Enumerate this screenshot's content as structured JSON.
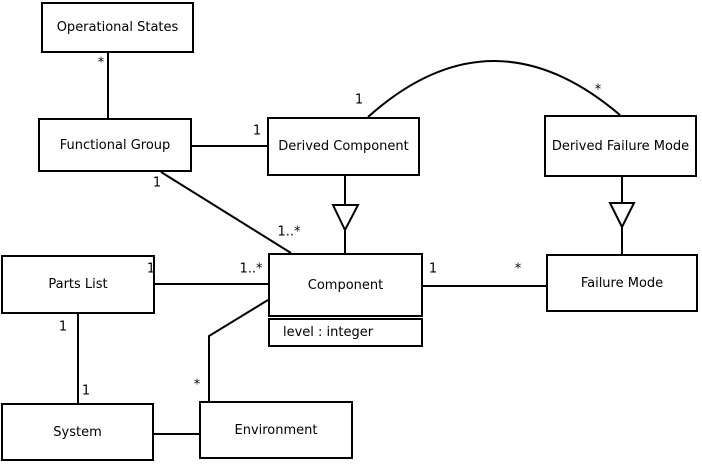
{
  "diagram": {
    "type": "uml-class-diagram",
    "background_color": "#ffffff",
    "line_color": "#000000",
    "classes": {
      "operational_states": {
        "name": "Operational States"
      },
      "functional_group": {
        "name": "Functional Group"
      },
      "derived_component": {
        "name": "Derived Component"
      },
      "derived_failure_mode": {
        "name": "Derived Failure Mode"
      },
      "parts_list": {
        "name": "Parts List"
      },
      "component": {
        "name": "Component",
        "attributes": [
          "level : integer"
        ]
      },
      "failure_mode": {
        "name": "Failure Mode"
      },
      "system": {
        "name": "System"
      },
      "environment": {
        "name": "Environment"
      }
    },
    "relationships": [
      {
        "from": "Operational States",
        "to": "Functional Group",
        "type": "association",
        "from_label": "*",
        "to_label": ""
      },
      {
        "from": "Functional Group",
        "to": "Derived Component",
        "type": "association",
        "from_label": "",
        "to_label": "1"
      },
      {
        "from": "Derived Component",
        "to": "Derived Failure Mode",
        "type": "association",
        "from_label": "1",
        "to_label": "*"
      },
      {
        "from": "Derived Component",
        "to": "Component",
        "type": "generalization",
        "from_label": "",
        "to_label": ""
      },
      {
        "from": "Derived Failure Mode",
        "to": "Failure Mode",
        "type": "generalization",
        "from_label": "",
        "to_label": ""
      },
      {
        "from": "Functional Group",
        "to": "Component",
        "type": "association",
        "from_label": "1",
        "to_label": "1..*"
      },
      {
        "from": "Parts List",
        "to": "Component",
        "type": "association",
        "from_label": "1",
        "to_label": "1..*"
      },
      {
        "from": "Component",
        "to": "Failure Mode",
        "type": "association",
        "from_label": "1",
        "to_label": "*"
      },
      {
        "from": "Parts List",
        "to": "System",
        "type": "association",
        "from_label": "1",
        "to_label": "1"
      },
      {
        "from": "System",
        "to": "Environment",
        "type": "association",
        "from_label": "",
        "to_label": ""
      },
      {
        "from": "Component",
        "to": "Environment",
        "type": "association",
        "from_label": "",
        "to_label": "*"
      }
    ]
  }
}
